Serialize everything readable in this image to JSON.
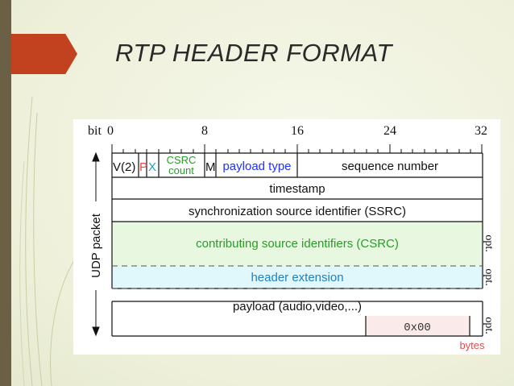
{
  "slide": {
    "title": "RTP HEADER FORMAT"
  },
  "diagram": {
    "bit_label": "bit",
    "bit_ticks": [
      "0",
      "8",
      "16",
      "24",
      "32"
    ],
    "side_label": "UDP packet",
    "fields": {
      "version": "V(2)",
      "padding": "P",
      "extension": "X",
      "csrc_count_line1": "CSRC",
      "csrc_count_line2": "count",
      "marker": "M",
      "payload_type": "payload type",
      "sequence_number": "sequence number",
      "timestamp": "timestamp",
      "ssrc": "synchronization source identifier (SSRC)",
      "csrc": "contributing source identifiers (CSRC)",
      "header_extension": "header extension",
      "payload": "payload (audio,video,...)",
      "padding_bytes": "0x00",
      "bytes": "bytes"
    },
    "optional_labels": [
      "opt.",
      "opt.",
      "opt."
    ],
    "colors": {
      "padding": "#ff4040",
      "extension": "#20a0c0",
      "csrc_count": "#2a9a2a",
      "payload_type": "#2030ff",
      "header_extension": "#2080c0",
      "csrc_fill": "#e8f8e0",
      "extension_fill": "#e0f8fc",
      "padding_fill": "#fbeaea",
      "bytes": "#e05050"
    }
  }
}
